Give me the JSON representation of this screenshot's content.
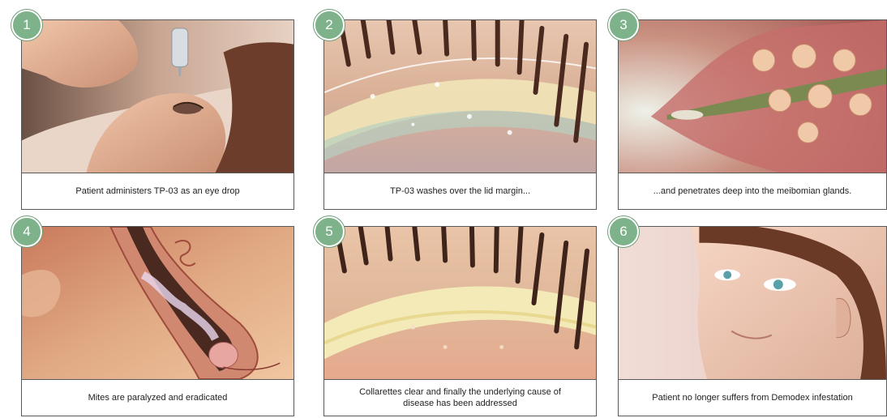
{
  "steps": [
    {
      "number": "1",
      "caption": "Patient administers TP-03 as an eye drop"
    },
    {
      "number": "2",
      "caption": "TP-03 washes over the lid margin..."
    },
    {
      "number": "3",
      "caption": "...and penetrates deep into the meibomian glands."
    },
    {
      "number": "4",
      "caption": "Mites are paralyzed and eradicated"
    },
    {
      "number": "5",
      "caption": "Collarettes clear and finally the underlying cause of disease has been addressed"
    },
    {
      "number": "6",
      "caption": "Patient no longer suffers from Demodex infestation"
    }
  ],
  "colors": {
    "badge": "#7eb28a",
    "border": "#5a5a5a"
  }
}
